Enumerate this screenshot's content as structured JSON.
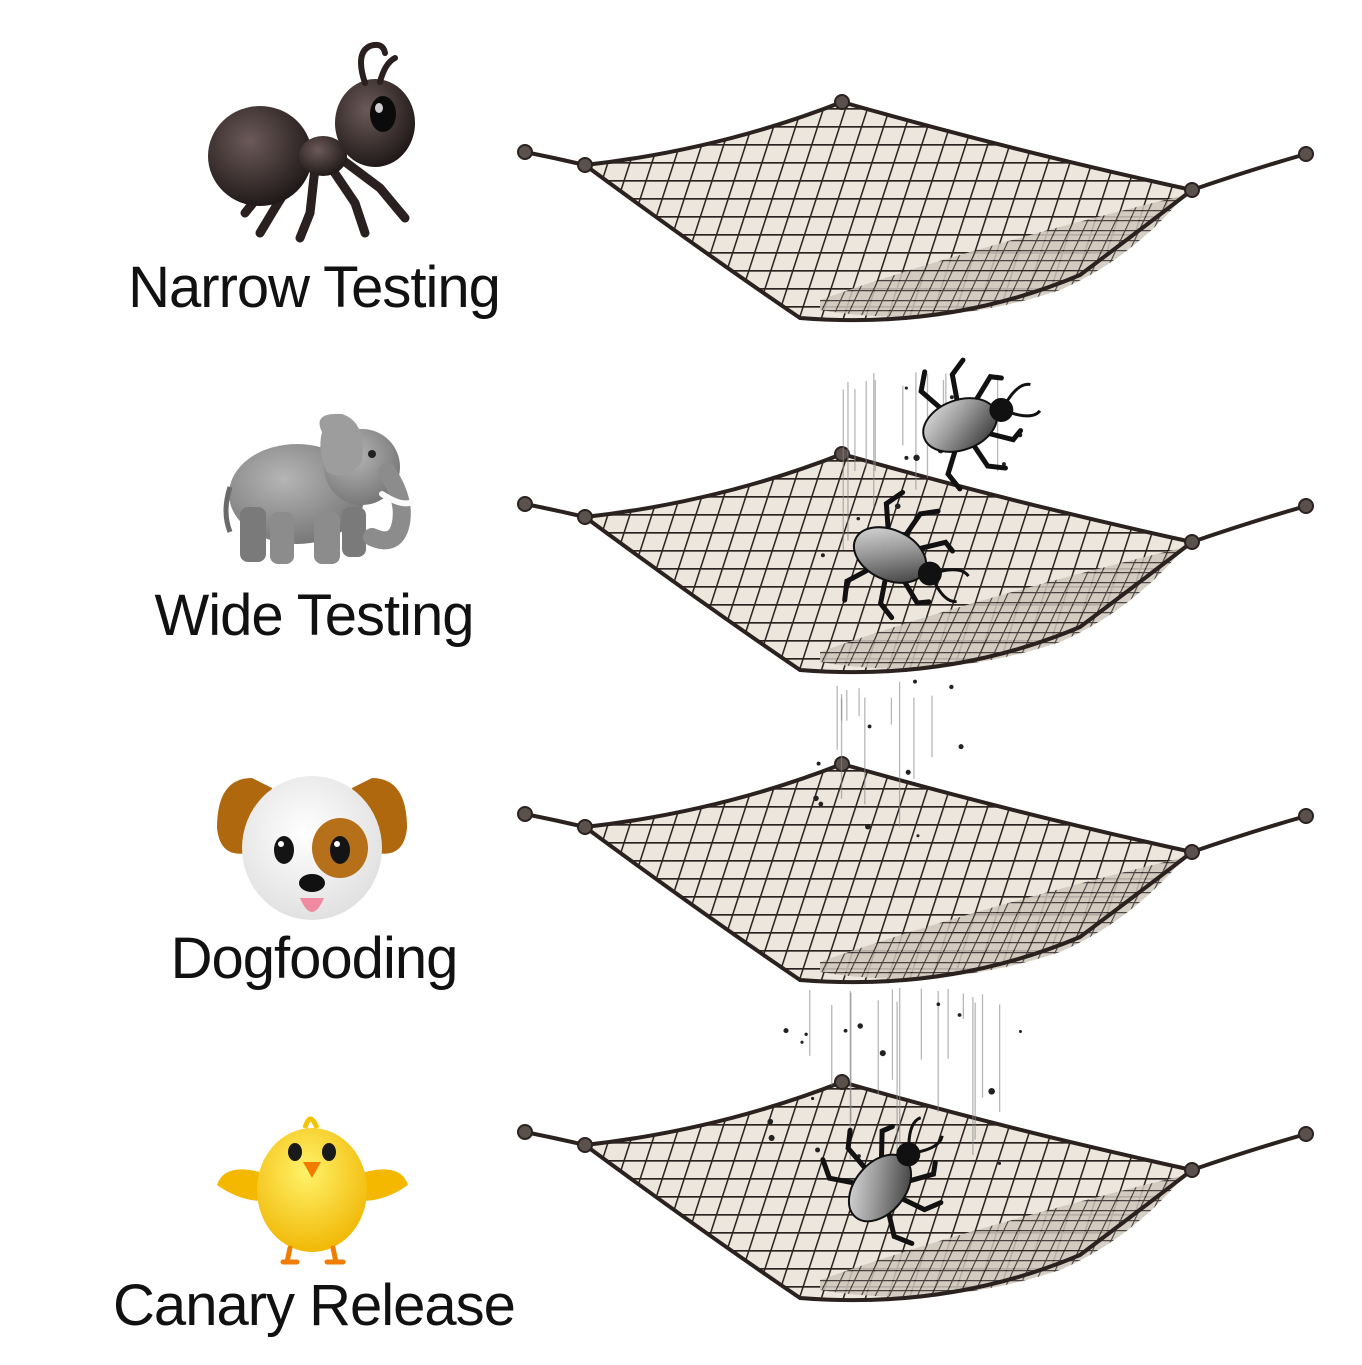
{
  "stages": [
    {
      "label": "Narrow Testing",
      "icon": "ant-icon",
      "net_state": "empty"
    },
    {
      "label": "Wide Testing",
      "icon": "elephant-icon",
      "net_state": "bug-caught"
    },
    {
      "label": "Dogfooding",
      "icon": "dog-face-icon",
      "net_state": "bug-passes-through"
    },
    {
      "label": "Canary Release",
      "icon": "chick-icon",
      "net_state": "bug-caught"
    }
  ],
  "colors": {
    "net_rope": "#2b2220",
    "net_fill": "#ece6dd",
    "bug_body": "#8a8a8a",
    "text": "#111111"
  }
}
